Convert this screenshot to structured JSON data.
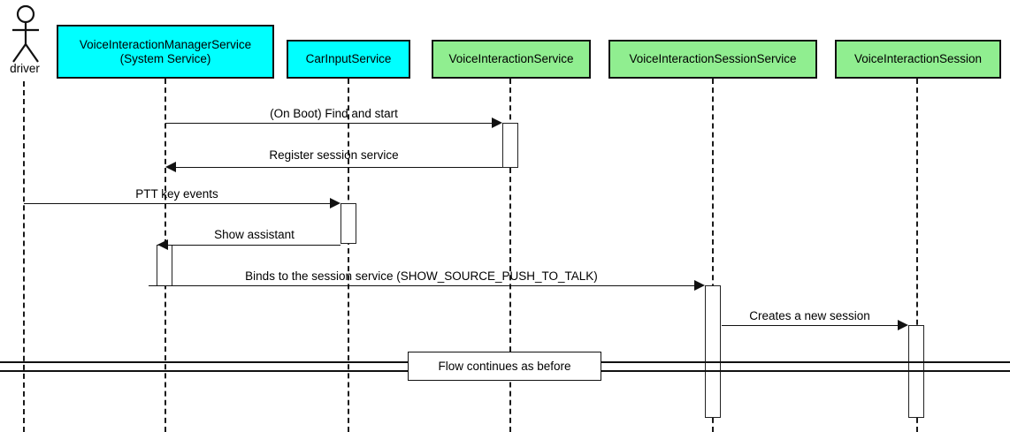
{
  "diagram": {
    "type": "sequence-diagram",
    "title": "",
    "colors": {
      "system_service": "#00FFFF",
      "app_service": "#90EE90",
      "stroke": "#111111",
      "background": "#FFFFFF"
    },
    "actor": {
      "name": "driver",
      "icon": "stick-figure-actor-icon"
    },
    "participants": [
      {
        "id": "vims",
        "label_line1": "VoiceInteractionManagerService",
        "label_line2": "(System Service)",
        "color": "cyan"
      },
      {
        "id": "cis",
        "label_line1": "CarInputService",
        "label_line2": "",
        "color": "cyan"
      },
      {
        "id": "vis",
        "label_line1": "VoiceInteractionService",
        "label_line2": "",
        "color": "green"
      },
      {
        "id": "viss",
        "label_line1": "VoiceInteractionSessionService",
        "label_line2": "",
        "color": "green"
      },
      {
        "id": "vses",
        "label_line1": "VoiceInteractionSession",
        "label_line2": "",
        "color": "green"
      }
    ],
    "messages": [
      {
        "n": 1,
        "label": "(On Boot) Find and start",
        "from": "vims",
        "to": "vis",
        "direction": "right"
      },
      {
        "n": 2,
        "label": "Register session service",
        "from": "vis",
        "to": "vims",
        "direction": "left"
      },
      {
        "n": 3,
        "label": "PTT key events",
        "from": "driver",
        "to": "cis",
        "direction": "right"
      },
      {
        "n": 4,
        "label": "Show assistant",
        "from": "cis",
        "to": "vims",
        "direction": "left"
      },
      {
        "n": 5,
        "label": "Binds to the session service (SHOW_SOURCE_PUSH_TO_TALK)",
        "from": "vims",
        "to": "viss",
        "direction": "right"
      },
      {
        "n": 6,
        "label": "Creates a new session",
        "from": "viss",
        "to": "vses",
        "direction": "right"
      }
    ],
    "divider": {
      "label": "Flow continues as before"
    }
  }
}
